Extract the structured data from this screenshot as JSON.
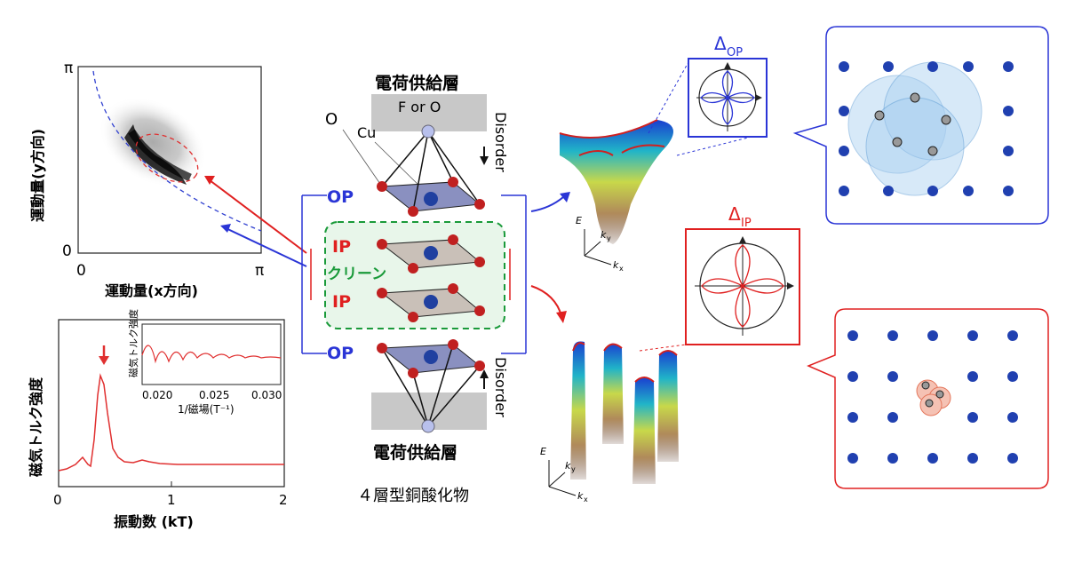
{
  "arpes": {
    "y_label": "運動量(y方向)",
    "x_label": "運動量(x方向)",
    "pi_top": "π",
    "pi_right": "π",
    "zero_left": "0",
    "zero_bottom": "0"
  },
  "torque": {
    "y_label": "磁気トルク強度",
    "x_label": "振動数 (kT)",
    "x_ticks": [
      "0",
      "1",
      "2"
    ],
    "inset": {
      "y_label": "磁気トルク強度",
      "x_label": "1/磁場(T⁻¹)",
      "x_ticks": [
        "0.020",
        "0.025",
        "0.030"
      ]
    }
  },
  "structure": {
    "top_layer": "電荷供給層",
    "top_layer_atoms": "F or O",
    "bottom_layer": "電荷供給層",
    "label_O": "O",
    "label_Cu": "Cu",
    "op_top": "OP",
    "op_bottom": "OP",
    "ip_top": "IP",
    "ip_bottom": "IP",
    "clean": "クリーン",
    "disorder_top": "Disorder",
    "disorder_bottom": "Disorder",
    "caption": "４層型銅酸化物"
  },
  "bands": {
    "axis_E": "E",
    "axis_ky": "k",
    "axis_ky_sub": "y",
    "axis_kx": "k",
    "axis_kx_sub": "x"
  },
  "gaps": {
    "op_symbol": "Δ",
    "op_sub": "OP",
    "ip_symbol": "Δ",
    "ip_sub": "IP"
  },
  "colors": {
    "op_blue": "#2a35d6",
    "ip_red": "#e02020",
    "clean_green": "#1a9a3a",
    "gray_layer": "#c8c8c8"
  }
}
